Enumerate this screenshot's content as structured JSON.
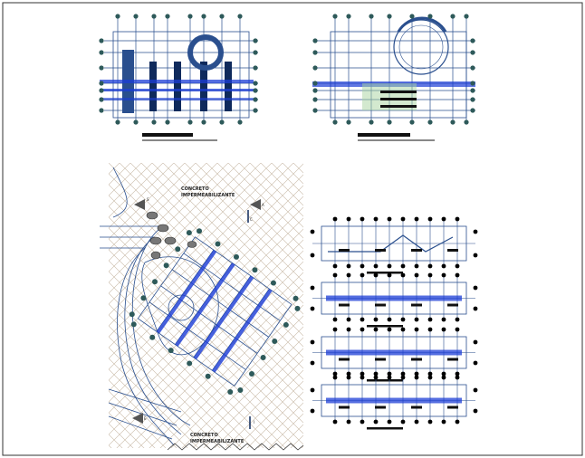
{
  "colors": {
    "line": "#2a4f8e",
    "dark": "#0f2a5c",
    "accent": "#1b3cd6",
    "node": "#2e5a5a",
    "hatch": "#c8b9a6",
    "slab": "#111111"
  },
  "site_plan": {
    "label_top_line1": "CONCRETO",
    "label_top_line2": "IMPERMEABILIZANTE",
    "label_bottom_line1": "CONCRETO",
    "label_bottom_line2": "IMPERMEABILIZANTE",
    "axis_a": "A",
    "axis_s": "S",
    "axis_c": "C",
    "axis_e": "E",
    "axis_i": "I"
  }
}
